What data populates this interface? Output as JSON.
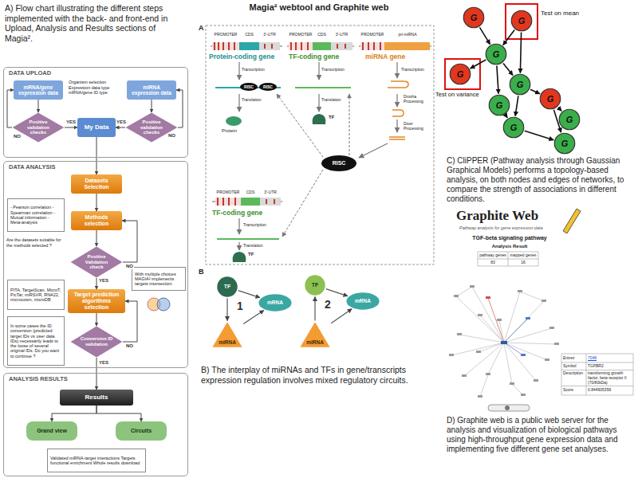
{
  "diagram": {
    "title": "Magia² webtool and Graphite web",
    "nodes": [
      {
        "text": [
          "DATA UPLOAD"
        ]
      },
      {
        "text": [
          "mRNA/gene expression data"
        ],
        "in": 0
      },
      {
        "text": [
          "miRNA expression data"
        ],
        "in": 0
      },
      {
        "text": [
          "Positive validation checks"
        ],
        "in": 0
      },
      {
        "text": [
          "My Data"
        ],
        "in": 0
      },
      {
        "text": [
          "Positive validation checks"
        ],
        "in": 0
      },
      {
        "text": [
          "DATA ANALYSIS"
        ]
      },
      {
        "text": [
          "Datasets Selection"
        ],
        "in": 6
      },
      {
        "text": [
          "- Pearson correlation - Spearman correlation - Mutual information - Meta-analysis"
        ],
        "in": 6
      },
      {
        "text": [
          "Methods selection"
        ],
        "in": 6
      },
      {
        "text": [
          "Positive Validation check"
        ],
        "in": 6
      },
      {
        "text": [
          "PITA, TargetScan, MicroT, PicTar, miRSVR, RNA22, microcosm, microDB"
        ],
        "in": 6
      },
      {
        "text": [
          "Target prediction algorithms selection"
        ],
        "in": 6
      },
      {
        "text": [
          "With multiple choices MAGIA² implements targets intersection"
        ],
        "in": 6
      },
      {
        "text": [
          "Conversion ID validation"
        ],
        "in": 6
      },
      {
        "text": [
          "In some cases the ID conversion (predicted target IDs vs user data IDs) necessarily leads to the loose of several original IDs. Do you want to continue ?"
        ],
        "in": 6
      },
      {
        "text": [
          "ANALYSIS RESULTS"
        ]
      },
      {
        "text": [
          "Results"
        ],
        "in": 16
      },
      {
        "text": [
          "Grand view"
        ],
        "in": 16
      },
      {
        "text": [
          "Circuits"
        ],
        "in": 16
      },
      {
        "text": [
          "Validated miRNA-target interactions Targets functional enrichment Whole results download"
        ],
        "in": 16
      },
      {
        "text": [
          "TF"
        ]
      },
      {
        "text": [
          "mRNA"
        ]
      },
      {
        "text": [
          "miRNA"
        ]
      },
      {
        "text": [
          "TF"
        ]
      },
      {
        "text": [
          "mRNA"
        ]
      },
      {
        "text": [
          "miRNA"
        ]
      },
      {
        "text": [
          "G"
        ]
      },
      {
        "text": [
          "G"
        ]
      },
      {
        "text": [
          "G"
        ]
      },
      {
        "text": [
          "G"
        ]
      },
      {
        "text": [
          "G"
        ]
      },
      {
        "text": [
          "G"
        ]
      },
      {
        "text": [
          "G"
        ]
      },
      {
        "text": [
          "G"
        ]
      },
      {
        "text": [
          "G"
        ]
      },
      {
        "text": [
          "G"
        ]
      }
    ],
    "edges": [
      {
        "from": 1,
        "to": 3,
        "arrow": "to"
      },
      {
        "from": 3,
        "to": 4,
        "arrow": "to",
        "label": "YES"
      },
      {
        "from": 3,
        "to": 1,
        "arrow": "to",
        "label": "NO"
      },
      {
        "from": 2,
        "to": 5,
        "arrow": "to"
      },
      {
        "from": 5,
        "to": 4,
        "arrow": "to",
        "label": "YES"
      },
      {
        "from": 5,
        "to": 2,
        "arrow": "to",
        "label": "NO"
      },
      {
        "from": 4,
        "to": 7,
        "arrow": "to"
      },
      {
        "from": 7,
        "to": 9,
        "arrow": "to"
      },
      {
        "from": 9,
        "to": 10,
        "arrow": "to"
      },
      {
        "from": 10,
        "to": 9,
        "arrow": "to",
        "label": "NO"
      },
      {
        "from": 10,
        "to": 12,
        "arrow": "to",
        "label": "YES"
      },
      {
        "from": 12,
        "to": 14,
        "arrow": "to"
      },
      {
        "from": 14,
        "to": 12,
        "arrow": "to",
        "label": "NO"
      },
      {
        "from": 14,
        "to": 17,
        "arrow": "to",
        "label": "YES"
      },
      {
        "from": 17,
        "to": 18,
        "arrow": "to"
      },
      {
        "from": 17,
        "to": 19,
        "arrow": "to"
      },
      {
        "from": 21,
        "to": 22,
        "arrow": "to"
      },
      {
        "from": 21,
        "to": 23,
        "arrow": "to"
      },
      {
        "from": 23,
        "to": 22,
        "arrow": "to"
      },
      {
        "from": 24,
        "to": 25,
        "arrow": "to"
      },
      {
        "from": 26,
        "to": 24,
        "arrow": "to"
      },
      {
        "from": 26,
        "to": 25,
        "arrow": "to"
      },
      {
        "from": 27,
        "to": 29,
        "arrow": "to"
      },
      {
        "from": 28,
        "to": 29,
        "arrow": "to"
      },
      {
        "from": 29,
        "to": 30,
        "arrow": "to"
      },
      {
        "from": 29,
        "to": 31,
        "arrow": "to"
      },
      {
        "from": 29,
        "to": 32,
        "arrow": "to"
      },
      {
        "from": 28,
        "to": 31,
        "arrow": "to"
      },
      {
        "from": 31,
        "to": 33,
        "arrow": "to"
      },
      {
        "from": 31,
        "to": 35,
        "arrow": "to"
      },
      {
        "from": 32,
        "to": 35,
        "arrow": "to"
      },
      {
        "from": 33,
        "to": 34,
        "arrow": "to"
      },
      {
        "from": 33,
        "to": 36,
        "arrow": "to"
      },
      {
        "from": 35,
        "to": 36,
        "arrow": "to"
      }
    ],
    "labels": [
      "A) Flow chart illustrating the different steps implemented with the back- and front-end in Upload, Analysis and Results sections of Magia².",
      "Organism selection Expression data type mRNA/gene ID type",
      "Are the datasets suitable for the methods selected ?",
      "A",
      "PROMOTER",
      "CDS",
      "3'-UTR",
      "Protein-coding gene",
      "PROMOTER",
      "CDS",
      "3'-UTR",
      "TF-coding gene",
      "PROMOTER",
      "pri-miRNA",
      "miRNA gene",
      "Transcription",
      "Transcription",
      "Transcription",
      "RISC",
      "RISC",
      "Translation",
      "Translation",
      "Protein",
      "TF",
      "Drosha Processing",
      "Dicer Processing",
      "RISC",
      "PROMOTER",
      "CDS",
      "3'-UTR",
      "TF-coding gene",
      "Transcription",
      "Translation",
      "TF",
      "B",
      "1",
      "2",
      "B) The interplay of miRNAs and TFs in gene/transcripts expression regulation involves mixed regulatory circuits.",
      "Test on mean",
      "Test on variance",
      "C) CliPPER (Pathway analysis through Gaussian Graphical Models) performs a topology-based analysis, on both nodes and edges of networks, to compare the strength of associations in different conditions.",
      "Graphite Web",
      "Pathway analysis for gene expression data",
      "TGF-beta signaling pathway",
      "Analysis Result",
      "pathway genes",
      "mapped genes",
      "83",
      "16",
      "Entrez",
      "7048",
      "Symbol",
      "TGFBR2",
      "Description",
      "transforming growth factor, beta receptor II (70/80kDa)",
      "Score",
      "0.844905356",
      "D) Graphite web is a public web server for the analysis and visualization of biological pathways using high-throughput gene expression data and implementing five different gene set analyses."
    ]
  }
}
